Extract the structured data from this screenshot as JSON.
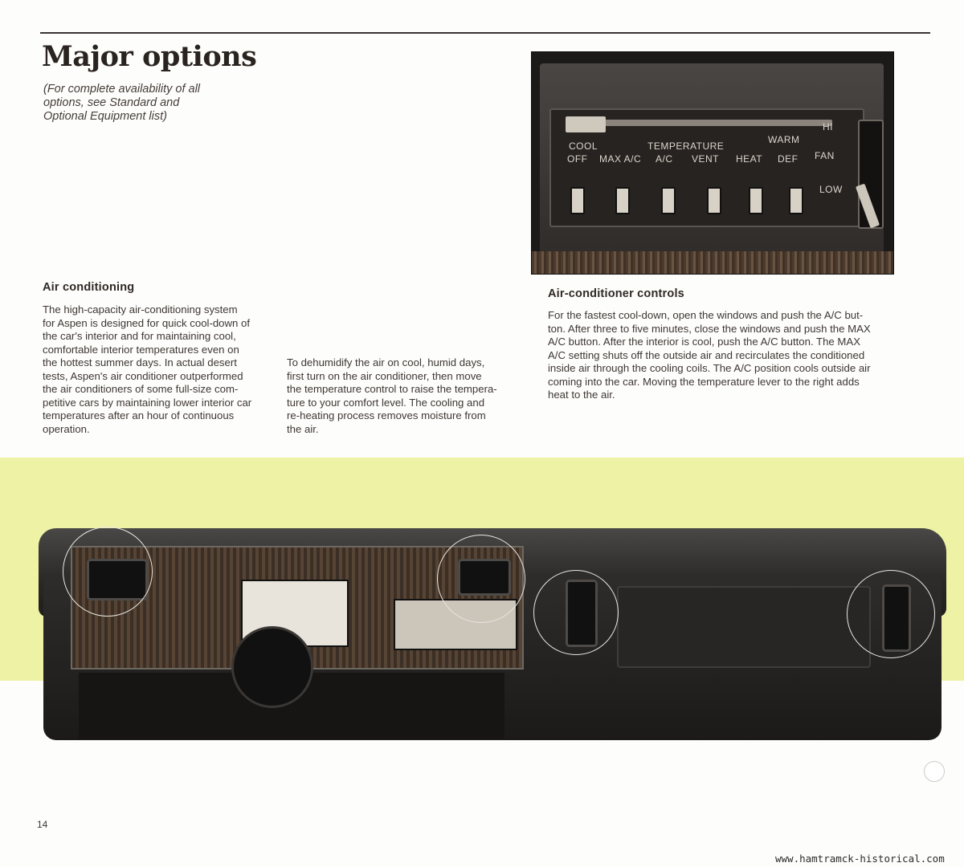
{
  "header": {
    "title": "Major options",
    "subtitle_lines": [
      "(For complete availability of all",
      "options, see Standard and",
      "Optional Equipment list)"
    ]
  },
  "air_conditioning": {
    "heading": "Air conditioning",
    "col1_lines": [
      "The high-capacity air-conditioning system",
      "for Aspen is designed for quick cool-down of",
      "the car's interior and for maintaining cool,",
      "comfortable interior temperatures even on",
      "the hottest summer days. In actual desert",
      "tests, Aspen's air conditioner outperformed",
      "the air conditioners of some full-size com-",
      "petitive cars by maintaining lower interior car",
      "temperatures after an hour of continuous",
      "operation."
    ],
    "col2_lines": [
      "To dehumidify the air on cool, humid days,",
      "first turn on the air conditioner, then move",
      "the temperature control to raise the tempera-",
      "ture to your comfort level. The cooling and",
      "re-heating process removes moisture from",
      "the air."
    ]
  },
  "ac_controls": {
    "heading": "Air-conditioner controls",
    "lines": [
      "For the fastest cool-down, open the windows and push the A/C but-",
      "ton. After three to five minutes, close the windows and push the MAX",
      "A/C button. After the interior is cool, push the A/C button. The MAX",
      "A/C setting shuts off the outside air and recirculates the conditioned",
      "inside air through the cooling coils. The A/C position cools outside air",
      "coming into the car. Moving the temperature lever to the right adds",
      "heat to the air."
    ]
  },
  "photo_labels": {
    "cool": "COOL",
    "temperature": "TEMPERATURE",
    "warm": "WARM",
    "hi": "HI",
    "fan": "FAN",
    "low": "LOW",
    "buttons": [
      "OFF",
      "MAX A/C",
      "A/C",
      "VENT",
      "HEAT",
      "DEF"
    ]
  },
  "footer": {
    "page_number": "14",
    "watermark": "www.hamtramck-historical.com"
  },
  "colors": {
    "yellow_band": "#eef2a4",
    "text": "#3e3733"
  }
}
